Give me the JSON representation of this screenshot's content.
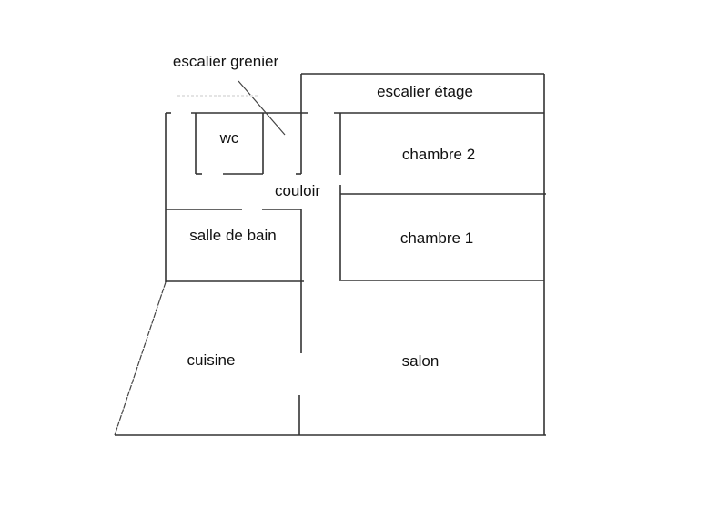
{
  "rooms": {
    "escalier_grenier": "escalier grenier",
    "escalier_etage": "escalier étage",
    "wc": "wc",
    "couloir": "couloir",
    "chambre_2": "chambre 2",
    "salle_de_bain": "salle de bain",
    "chambre_1": "chambre 1",
    "cuisine": "cuisine",
    "salon": "salon"
  },
  "colors": {
    "wall": "#333333",
    "background": "#ffffff"
  }
}
